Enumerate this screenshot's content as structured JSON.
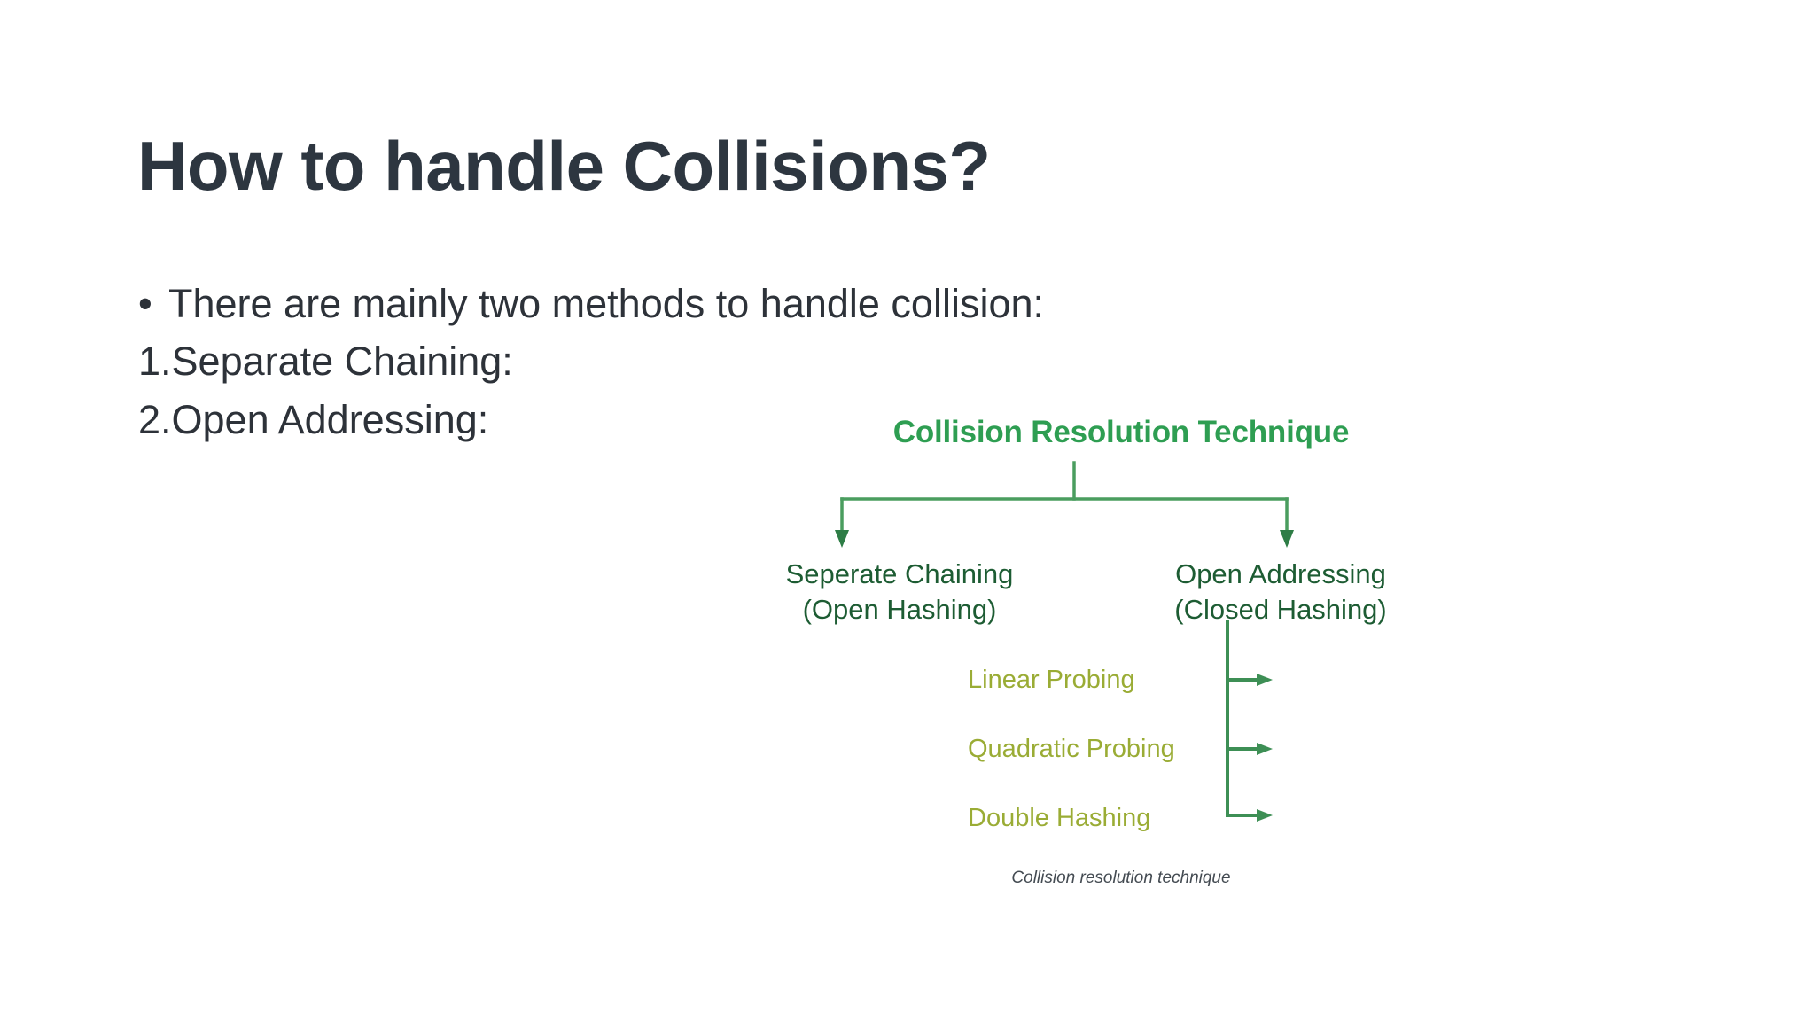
{
  "slide": {
    "title": "How to handle Collisions?",
    "background_color": "#ffffff",
    "title_color": "#2d3640",
    "body_color": "#2d3239"
  },
  "body": {
    "bullet_glyph": "•",
    "lines": [
      {
        "marker": "•",
        "text": "There are mainly two methods to handle collision:"
      },
      {
        "marker": "",
        "text": "1.Separate Chaining:"
      },
      {
        "marker": "",
        "text": "2.Open Addressing:"
      }
    ]
  },
  "figure": {
    "title": "Collision Resolution Technique",
    "title_color": "#2e9e52",
    "branch_color": "#1d5c33",
    "leaf_color": "#9aac35",
    "connector_color": "#4a9d5f",
    "caption": "Collision resolution technique",
    "branches": [
      {
        "line1": "Seperate Chaining",
        "line2": "(Open Hashing)"
      },
      {
        "line1": "Open Addressing",
        "line2": "(Closed Hashing)"
      }
    ],
    "leaves": [
      {
        "label": "Linear Probing"
      },
      {
        "label": "Quadratic Probing"
      },
      {
        "label": "Double Hashing"
      }
    ]
  }
}
